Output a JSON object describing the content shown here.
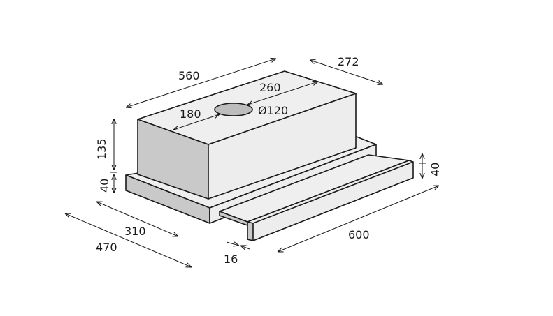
{
  "colors": {
    "top_face": "#efefef",
    "front_face": "#ededed",
    "side_face": "#c9c9c9",
    "duct_hole": "#bdbdbd",
    "line": "#1a1a1a"
  },
  "dimensions": {
    "width_top": "560",
    "depth_top": "272",
    "duct_offset_back": "260",
    "duct_offset_side": "180",
    "duct_diameter": "Ø120",
    "body_height": "135",
    "base_height": "40",
    "drawer_height": "40",
    "base_depth_inner": "310",
    "base_depth_outer": "470",
    "drawer_width": "600",
    "drawer_lip": "16"
  }
}
